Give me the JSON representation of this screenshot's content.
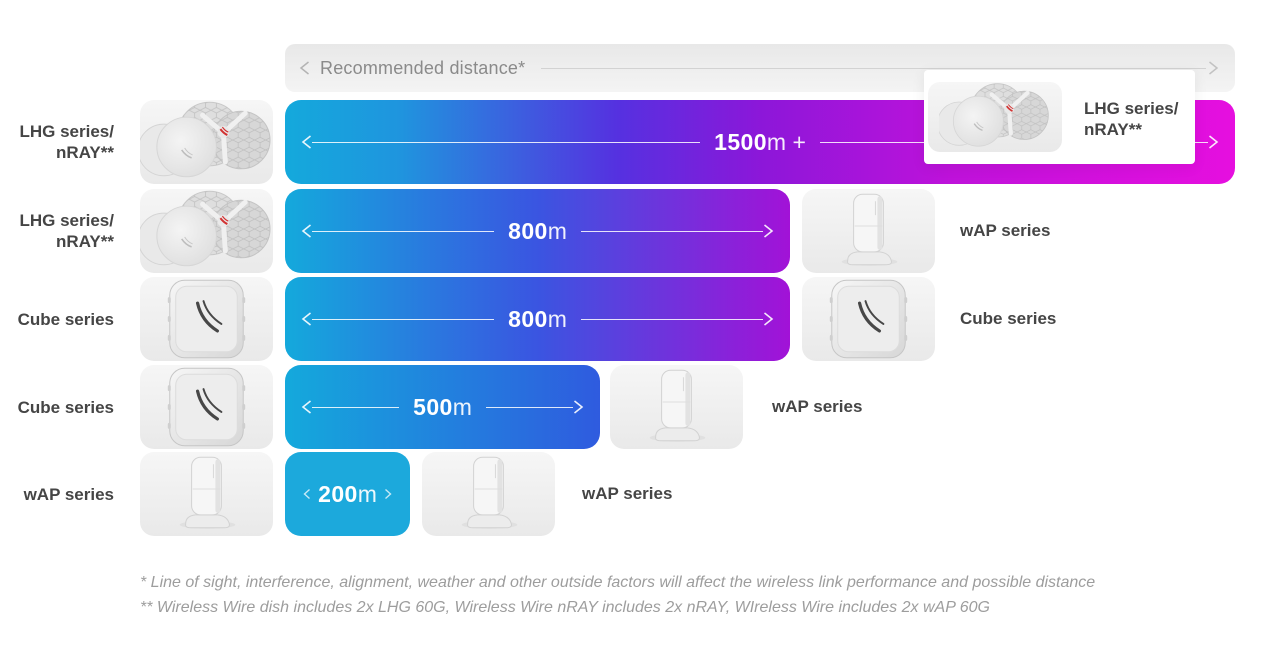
{
  "header": {
    "title": "Recommended distance*"
  },
  "colors": {
    "cyan": "#14A9DC",
    "blue": "#2F5BDF",
    "purple": "#A212D7",
    "magenta": "#E60FDF",
    "label_text": "#454545",
    "muted_text": "#8A8A8A"
  },
  "rows": [
    {
      "left_label_line1": "LHG series/",
      "left_label_line2": "nRAY**",
      "left_device": "lhg-dish",
      "distance_value": "1500",
      "distance_unit": "m +"
    },
    {
      "left_label_line1": "LHG series/",
      "left_label_line2": "nRAY**",
      "left_device": "lhg-dish",
      "distance_value": "800",
      "distance_unit": "m",
      "right_device": "wap-device",
      "right_label": "wAP series"
    },
    {
      "left_label_line1": "Cube series",
      "left_device": "cube-device",
      "distance_value": "800",
      "distance_unit": "m",
      "right_device": "cube-device",
      "right_label": "Cube series"
    },
    {
      "left_label_line1": "Cube series",
      "left_device": "cube-device",
      "distance_value": "500",
      "distance_unit": "m",
      "right_device": "wap-device",
      "right_label": "wAP series"
    },
    {
      "left_label_line1": "wAP series",
      "left_device": "wap-device",
      "distance_value": "200",
      "distance_unit": "m",
      "right_device": "wap-device",
      "right_label": "wAP series"
    }
  ],
  "overlay_card": {
    "device": "lhg-dish",
    "label_line1": "LHG series/",
    "label_line2": "nRAY**"
  },
  "footnotes": [
    "* Line of sight, interference, alignment, weather and other outside factors will affect the wireless link performance and possible distance",
    "** Wireless Wire dish includes 2x LHG 60G, Wireless Wire nRAY includes 2x nRAY, WIreless Wire includes 2x wAP 60G"
  ]
}
